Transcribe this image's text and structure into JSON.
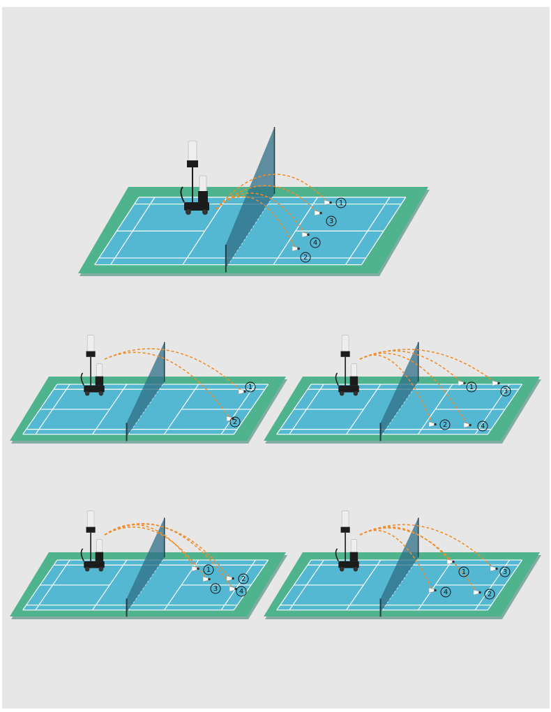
{
  "colors": {
    "page_bg": "#ffffff",
    "panel_bg": "#e7e7e7",
    "surround": "#4fb48e",
    "surround_shadow": "#2f7a6a",
    "court": "#55b8d3",
    "court_line": "#ffffff",
    "net": "#2f6f86",
    "trajectory": "#f08c2a",
    "machine": "#1c1c1c",
    "tube": "#eeeeee"
  },
  "icons": {
    "machine": "shuttlecock-launcher-machine-icon",
    "shuttle": "shuttlecock-icon",
    "marker": "circled-number-marker"
  },
  "diagrams": [
    {
      "id": "main",
      "labels": [
        "1",
        "3",
        "4",
        "2"
      ]
    },
    {
      "id": "pattern-a",
      "labels": [
        "1",
        "2"
      ]
    },
    {
      "id": "pattern-b",
      "labels": [
        "1",
        "3",
        "2",
        "4"
      ]
    },
    {
      "id": "pattern-c",
      "labels": [
        "1",
        "3",
        "2",
        "4"
      ]
    },
    {
      "id": "pattern-d",
      "labels": [
        "1",
        "3",
        "4",
        "2"
      ]
    }
  ]
}
